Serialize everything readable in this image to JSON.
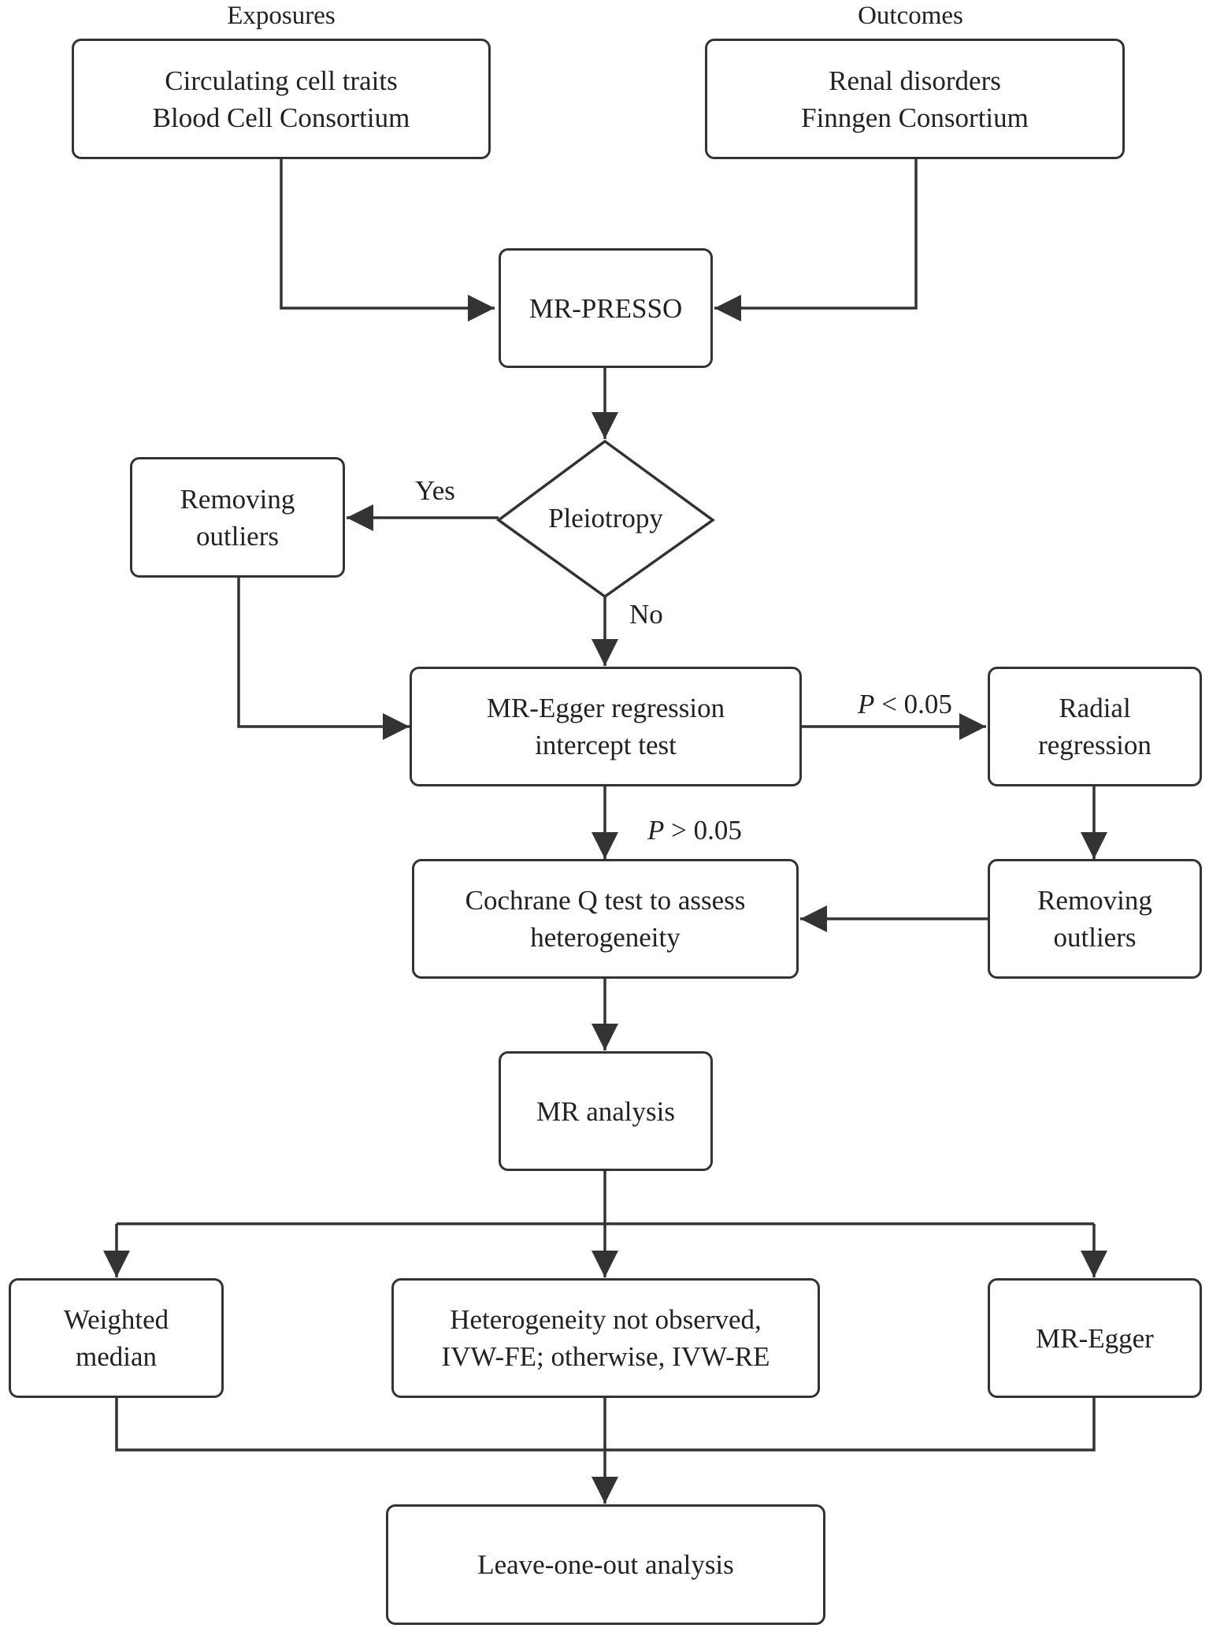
{
  "columns": {
    "exposures": "Exposures",
    "outcomes": "Outcomes"
  },
  "nodes": {
    "exposure": {
      "line1": "Circulating cell traits",
      "line2": "Blood Cell Consortium"
    },
    "outcome": {
      "line1": "Renal disorders",
      "line2": "Finngen Consortium"
    },
    "mr_presso": "MR-PRESSO",
    "pleiotropy": "Pleiotropy",
    "removing_outliers_left": {
      "line1": "Removing",
      "line2": "outliers"
    },
    "mr_egger_test": {
      "line1": "MR-Egger regression",
      "line2": "intercept test"
    },
    "radial_regression": {
      "line1": "Radial",
      "line2": "regression"
    },
    "cochrane_q": {
      "line1": "Cochrane Q test to assess",
      "line2": "heterogeneity"
    },
    "removing_outliers_right": {
      "line1": "Removing",
      "line2": "outliers"
    },
    "mr_analysis": "MR analysis",
    "weighted_median": {
      "line1": "Weighted",
      "line2": "median"
    },
    "ivw": {
      "line1": "Heterogeneity not observed,",
      "line2": "IVW-FE; otherwise, IVW-RE"
    },
    "mr_egger": "MR-Egger",
    "leave_one_out": "Leave-one-out analysis"
  },
  "edge_labels": {
    "yes": "Yes",
    "no": "No",
    "p_lt": {
      "symbol": "P",
      "text": " < 0.05"
    },
    "p_gt": {
      "symbol": "P",
      "text": " > 0.05"
    }
  },
  "colors": {
    "stroke": "#333333",
    "text": "#222222",
    "background": "#ffffff"
  }
}
